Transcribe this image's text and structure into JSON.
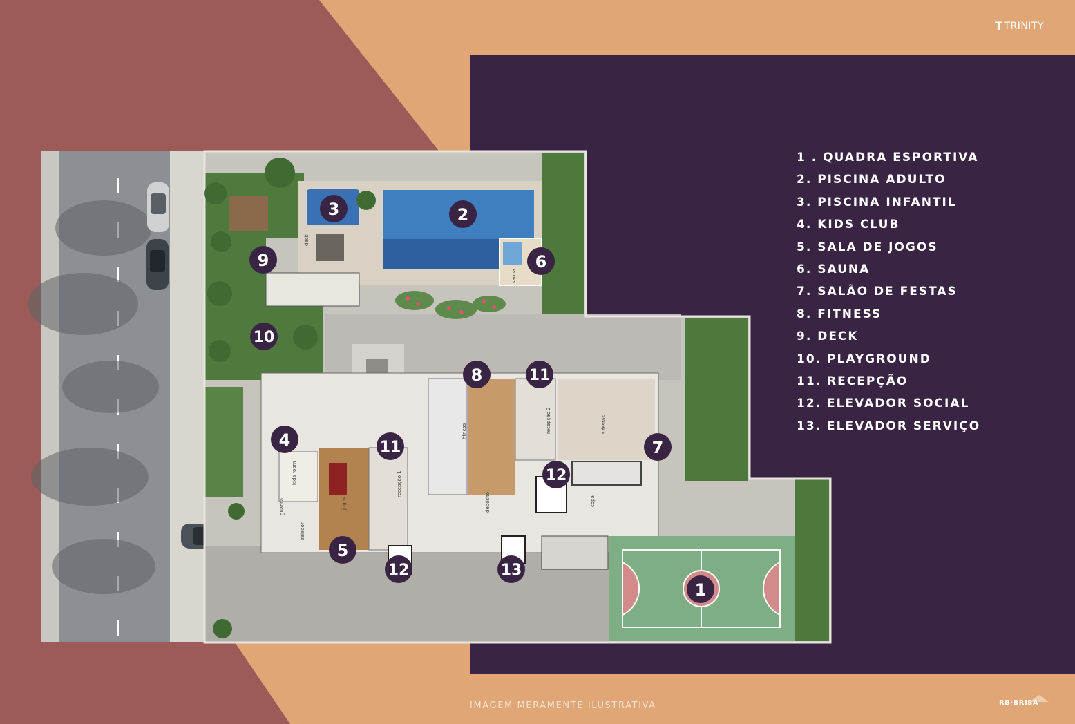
{
  "brand": {
    "logo_text": "TRINITY",
    "logo_glyph": "T"
  },
  "legend": [
    {
      "number": "1",
      "text": "1 . QUADRA ESPORTIVA"
    },
    {
      "number": "2",
      "text": "2. PISCINA ADULTO"
    },
    {
      "number": "3",
      "text": "3. PISCINA INFANTIL"
    },
    {
      "number": "4",
      "text": "4. KIDS CLUB"
    },
    {
      "number": "5",
      "text": "5. SALA DE JOGOS"
    },
    {
      "number": "6",
      "text": "6. SAUNA"
    },
    {
      "number": "7",
      "text": "7. SALÃO DE FESTAS"
    },
    {
      "number": "8",
      "text": "8. FITNESS"
    },
    {
      "number": "9",
      "text": "9. DECK"
    },
    {
      "number": "10",
      "text": "10. PLAYGROUND"
    },
    {
      "number": "11",
      "text": "11. RECEPÇÃO"
    },
    {
      "number": "12",
      "text": "12. ELEVADOR SOCIAL"
    },
    {
      "number": "13",
      "text": "13. ELEVADOR SERVIÇO"
    }
  ],
  "plan_markers": [
    "3",
    "2",
    "6",
    "9",
    "10",
    "8",
    "11",
    "4",
    "11",
    "12",
    "7",
    "5",
    "12",
    "13",
    "1"
  ],
  "room_labels": {
    "deck": "deck",
    "sauna": "sauna",
    "fitness": "fitness",
    "recepcao2": "recepção 2",
    "festas": "s.festas",
    "kids_room": "kids room",
    "jogos": "jogos",
    "recepcao1": "recepção 1",
    "guarita": "guarita",
    "zelador": "zelador",
    "deposito": "depósito",
    "copa": "copa"
  },
  "footer": {
    "disclaimer": "IMAGEM MERAMENTE ILUSTRATIVA",
    "developer_logo": "RB·BRISA"
  },
  "colors": {
    "peach": "#e0a676",
    "terracotta": "#9c5b58",
    "purple": "#3a2443",
    "marker": "#3a2443",
    "pool": "#3f7fc0",
    "grass": "#4e7a3e",
    "court": "#7fae84"
  }
}
